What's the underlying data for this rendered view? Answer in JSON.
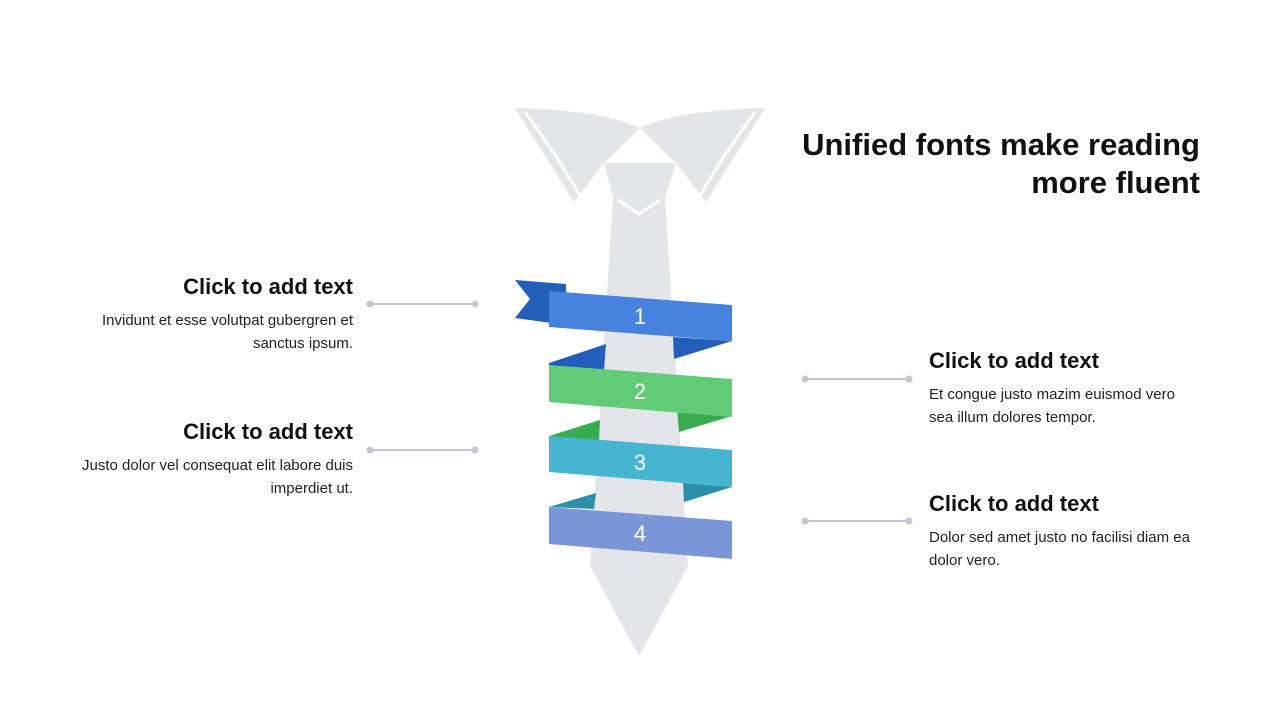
{
  "title": "Unified fonts make reading more fluent",
  "items": [
    {
      "number": "1",
      "heading": "Click to add text",
      "body": "Invidunt et esse volutpat gubergren et sanctus ipsum.",
      "color": "#4682de"
    },
    {
      "number": "2",
      "heading": "Click to add text",
      "body": "Et congue justo mazim euismod vero sea illum dolores tempor.",
      "color": "#62cb78"
    },
    {
      "number": "3",
      "heading": "Click to add text",
      "body": "Justo dolor vel consequat elit labore duis imperdiet ut.",
      "color": "#45b5d0"
    },
    {
      "number": "4",
      "heading": "Click to add text",
      "body": "Dolor sed amet justo no facilisi diam ea dolor vero.",
      "color": "#7a96d8"
    }
  ]
}
